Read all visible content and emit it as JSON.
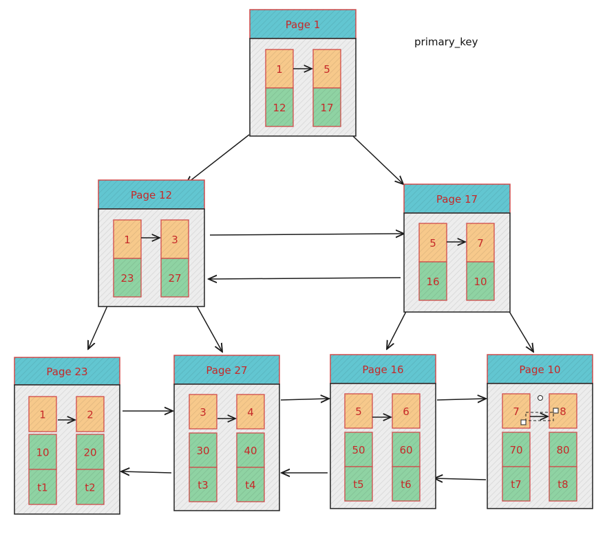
{
  "caption": "primary_key",
  "colors": {
    "header_fill": "#62c6d1",
    "header_stroke": "#d24b4b",
    "body_fill": "#ededed",
    "body_stroke": "#222222",
    "key_fill": "#f7c98b",
    "value_fill": "#8fd3a3",
    "cell_stroke": "#d24b4b",
    "text_color": "#c62828",
    "arrow_color": "#1a1a1a"
  },
  "nodes": [
    {
      "id": "page1",
      "title": "Page 1",
      "cells": [
        [
          "1",
          "12"
        ],
        [
          "5",
          "17"
        ]
      ]
    },
    {
      "id": "page12",
      "title": "Page 12",
      "cells": [
        [
          "1",
          "23"
        ],
        [
          "3",
          "27"
        ]
      ]
    },
    {
      "id": "page17",
      "title": "Page 17",
      "cells": [
        [
          "5",
          "16"
        ],
        [
          "7",
          "10"
        ]
      ]
    },
    {
      "id": "page23",
      "title": "Page 23",
      "cells": [
        [
          "1",
          "10",
          "t1"
        ],
        [
          "2",
          "20",
          "t2"
        ]
      ]
    },
    {
      "id": "page27",
      "title": "Page 27",
      "cells": [
        [
          "3",
          "30",
          "t3"
        ],
        [
          "4",
          "40",
          "t4"
        ]
      ]
    },
    {
      "id": "page16",
      "title": "Page 16",
      "cells": [
        [
          "5",
          "50",
          "t5"
        ],
        [
          "6",
          "60",
          "t6"
        ]
      ]
    },
    {
      "id": "page10",
      "title": "Page 10",
      "cells": [
        [
          "7",
          "70",
          "t7"
        ],
        [
          "8",
          "80",
          "t8"
        ]
      ]
    }
  ]
}
